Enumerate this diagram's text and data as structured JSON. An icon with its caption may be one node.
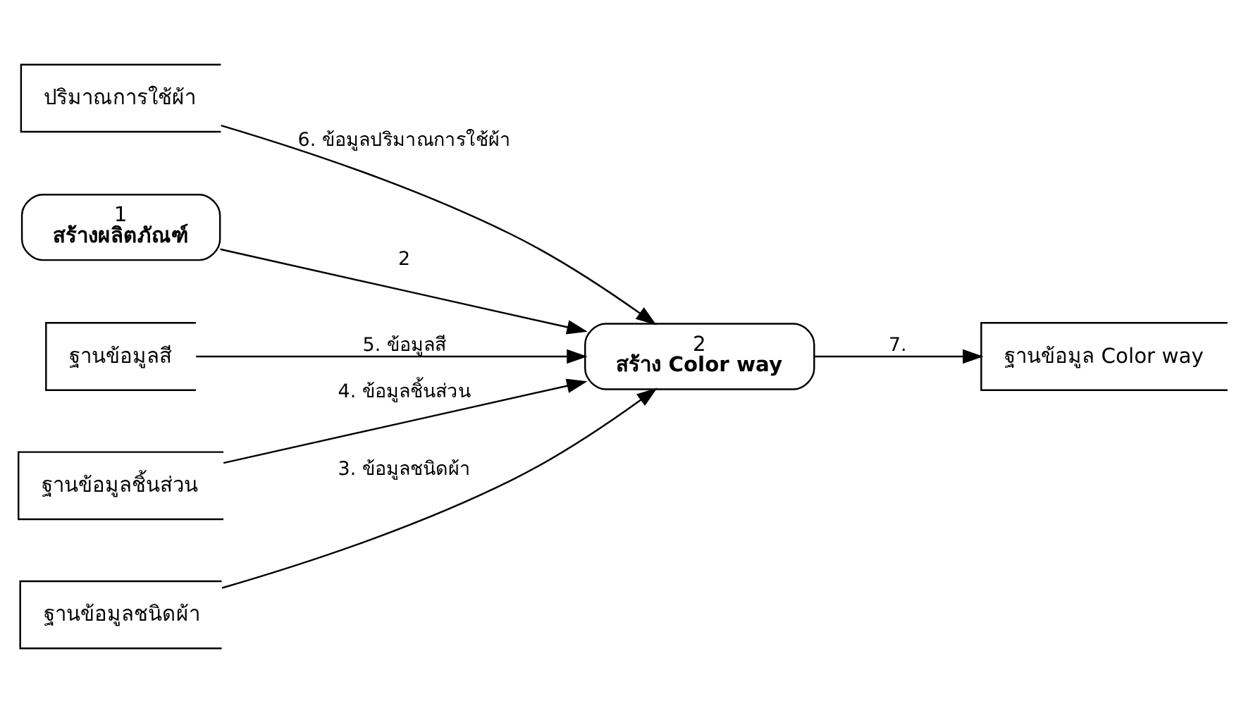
{
  "diagram": {
    "nodes": [
      {
        "text": [
          "ปริมาณการใช้ผ้า"
        ]
      },
      {
        "text": [
          "1",
          "สร้างผลิตภัณฑ์"
        ]
      },
      {
        "text": [
          "2",
          "สร้าง Color way"
        ]
      },
      {
        "text": [
          "ฐานข้อมูลสี"
        ]
      },
      {
        "text": [
          "ฐานข้อมูล Color way"
        ]
      },
      {
        "text": [
          "ฐานข้อมูลชิ้นส่วน"
        ]
      },
      {
        "text": [
          "ฐานข้อมูลชนิดผ้า"
        ]
      }
    ],
    "edges": [
      {
        "from": 0,
        "to": 2,
        "arrow": "to",
        "label": "6. ข้อมูลปริมาณการใช้ผ้า"
      },
      {
        "from": 1,
        "to": 2,
        "arrow": "to",
        "label": "2"
      },
      {
        "from": 3,
        "to": 2,
        "arrow": "to",
        "label": "5. ข้อมูลสี"
      },
      {
        "from": 2,
        "to": 4,
        "arrow": "to",
        "label": "7."
      },
      {
        "from": 5,
        "to": 2,
        "arrow": "to",
        "label": "4. ข้อมูลชิ้นส่วน"
      },
      {
        "from": 6,
        "to": 2,
        "arrow": "to",
        "label": "3. ข้อมูลชนิดผ้า"
      }
    ]
  }
}
